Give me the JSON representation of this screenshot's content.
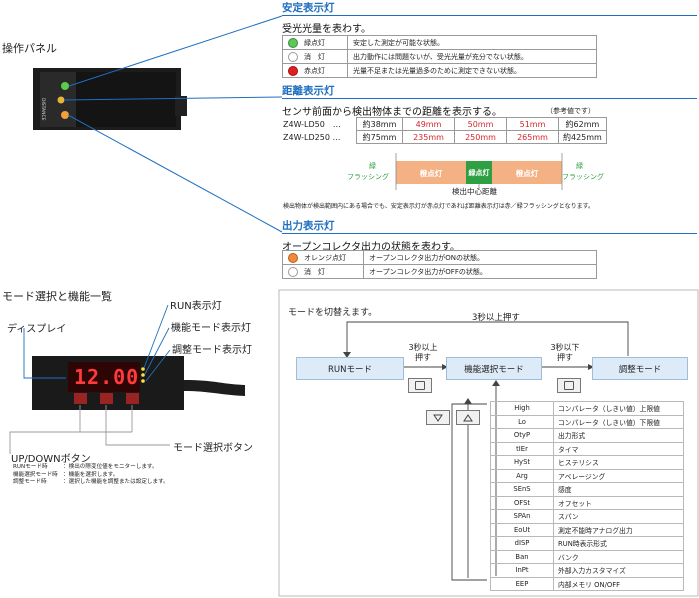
{
  "panel": {
    "title": "操作パネル"
  },
  "stable": {
    "title": "安定表示灯",
    "desc": "受光光量を表わす。",
    "rows": [
      {
        "state": "緑点灯",
        "color": "#5cc85a",
        "text": "安定した測定が可能な状態。"
      },
      {
        "state": "消　灯",
        "color": "#ffffff",
        "text": "出力動作には問題ないが、受光光量が充分でない状態。"
      },
      {
        "state": "赤点灯",
        "color": "#e02020",
        "text": "光量不足または光量過多のために測定できない状態。"
      }
    ]
  },
  "distance": {
    "title": "距離表示灯",
    "desc": "センサ前面から検出物体までの距離を表示する。",
    "ref": "（参考値です）",
    "rows": [
      {
        "model": "Z4W-LD50　…",
        "v1": "約38mm",
        "v2": "49mm",
        "v3": "50mm",
        "v4": "51mm",
        "v5": "約62mm"
      },
      {
        "model": "Z4W-LD250 …",
        "v1": "約75mm",
        "v2": "235mm",
        "v3": "250mm",
        "v4": "265mm",
        "v5": "約425mm"
      }
    ],
    "bar": {
      "left_green": "緑",
      "left_flash": "フラッシング",
      "blink1": "橙点灯",
      "center": "緑点灯",
      "blink2": "橙点灯",
      "right_green": "緑",
      "right_flash": "フラッシング"
    },
    "center_label": "検出中心距離",
    "note": "検出物体が検出範囲内にある場合でも、安定表示灯が赤点灯であれば距離表示灯は赤／緑フラッシングとなります。"
  },
  "output": {
    "title": "出力表示灯",
    "desc": "オープンコレクタ出力の状態を表わす。",
    "rows": [
      {
        "state": "オレンジ点灯",
        "color": "#f08a3c",
        "text": "オープンコレクタ出力がONの状態。"
      },
      {
        "state": "消　灯",
        "color": "#ffffff",
        "text": "オープンコレクタ出力がOFFの状態。"
      }
    ]
  },
  "mode": {
    "title": "モード選択と機能一覧",
    "labels": {
      "display": "ディスプレイ",
      "run": "RUN表示灯",
      "func": "機能モード表示灯",
      "adj": "調整モード表示灯",
      "updown": "UP/DOWNボタン",
      "modebtn": "モード選択ボタン"
    },
    "lcd": "12.00",
    "notes": [
      {
        "k": "RUNモード時",
        "v": "：検出の際変位値をモニターします。"
      },
      {
        "k": "機能選択モード時",
        "v": "：機能を選択します。"
      },
      {
        "k": "調整モード時",
        "v": "：選択した機能を調整または設定します。"
      }
    ],
    "switch_title": "モードを切替えます。",
    "run_mode": "RUNモード",
    "func_mode": "機能選択モード",
    "adj_mode": "調整モード",
    "press3": "3秒以上押す",
    "press3a": "3秒以上",
    "press3b": "押す",
    "press3c": "3秒以下",
    "press3d": "押す",
    "functions": [
      {
        "k": "High",
        "v": "コンパレータ（しきい値）上限値"
      },
      {
        "k": "Lo",
        "v": "コンパレータ（しきい値）下限値"
      },
      {
        "k": "OtyP",
        "v": "出力形式"
      },
      {
        "k": "tIEr",
        "v": "タイマ"
      },
      {
        "k": "HySt",
        "v": "ヒステリシス"
      },
      {
        "k": "Arg",
        "v": "アベレージング"
      },
      {
        "k": "SEnS",
        "v": "感度"
      },
      {
        "k": "OFSt",
        "v": "オフセット"
      },
      {
        "k": "SPAn",
        "v": "スパン"
      },
      {
        "k": "EoUt",
        "v": "測定不能時アナログ出力"
      },
      {
        "k": "dISP",
        "v": "RUN時表示形式"
      },
      {
        "k": "Ban",
        "v": "バンク"
      },
      {
        "k": "InPt",
        "v": "外部入力カスタマイズ"
      },
      {
        "k": "EEP",
        "v": "内部メモリ ON/OFF"
      }
    ]
  }
}
